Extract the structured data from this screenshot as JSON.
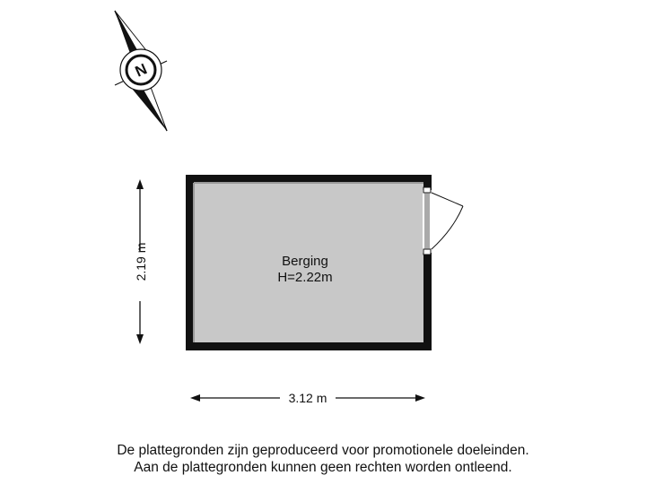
{
  "compass": {
    "label": "N",
    "icon": "north-arrow-icon"
  },
  "room": {
    "name": "Berging",
    "height": "H=2.22m",
    "fill": "#c8c8c8",
    "wall": "#111111"
  },
  "dimensions": {
    "width": "3.12 m",
    "height": "2.19 m"
  },
  "disclaimer": {
    "line1": "De plattegronden zijn geproduceerd voor promotionele doeleinden.",
    "line2": "Aan de plattegronden kunnen geen rechten worden ontleend."
  }
}
